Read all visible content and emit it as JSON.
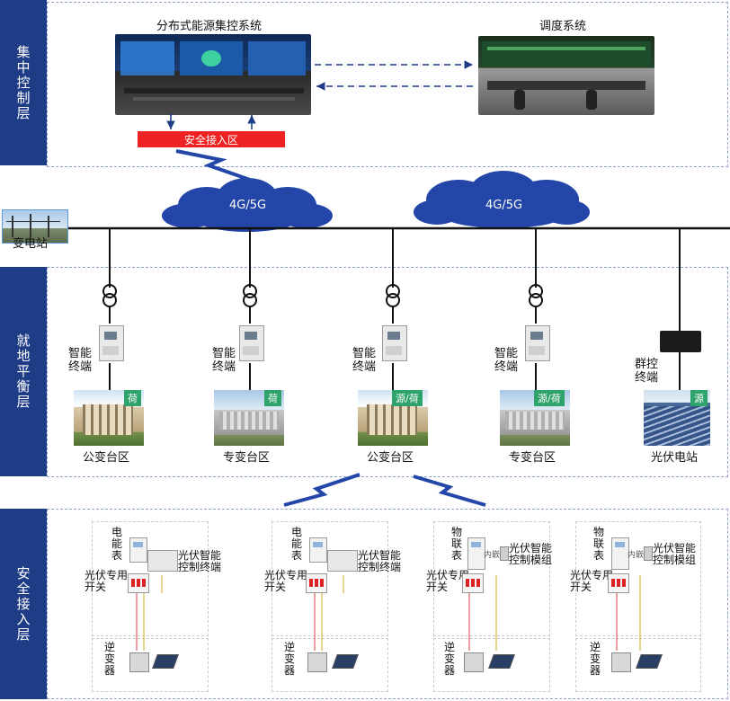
{
  "layers": {
    "central": "集中控制层",
    "local": "就地平衡层",
    "access": "安全接入层"
  },
  "central": {
    "distributed_title": "分布式能源集控系统",
    "dispatch_title": "调度系统",
    "security_zone": "安全接入区"
  },
  "network": {
    "cloud1": "4G/5G",
    "cloud2": "4G/5G",
    "substation": "变电站"
  },
  "local": {
    "nodes": [
      {
        "terminal": "智能\n终端",
        "tag": "荷",
        "area": "公变台区"
      },
      {
        "terminal": "智能\n终端",
        "tag": "荷",
        "area": "专变台区"
      },
      {
        "terminal": "智能\n终端",
        "tag": "源/荷",
        "area": "公变台区"
      },
      {
        "terminal": "智能\n终端",
        "tag": "源/荷",
        "area": "专变台区"
      },
      {
        "terminal": "群控\n终端",
        "tag": "源",
        "area": "光伏电站"
      }
    ]
  },
  "access": {
    "units": [
      {
        "meter": "电\n能\n表",
        "ctrl": "光伏智能\n控制终端",
        "switch": "光伏专用\n开关",
        "inverter": "逆\n变\n器"
      },
      {
        "meter": "电\n能\n表",
        "ctrl": "光伏智能\n控制终端",
        "switch": "光伏专用\n开关",
        "inverter": "逆\n变\n器"
      },
      {
        "meter": "物\n联\n表",
        "embed": "内嵌",
        "ctrl": "光伏智能\n控制模组",
        "switch": "光伏专用\n开关",
        "inverter": "逆\n变\n器"
      },
      {
        "meter": "物\n联\n表",
        "embed": "内嵌",
        "ctrl": "光伏智能\n控制模组",
        "switch": "光伏专用\n开关",
        "inverter": "逆\n变\n器"
      }
    ]
  },
  "colors": {
    "layer_bg": "#1f3c86",
    "cloud": "#2346a8",
    "security_zone": "#ee2222",
    "tag": "#2ea36b",
    "arrow": "#1f3c86"
  }
}
